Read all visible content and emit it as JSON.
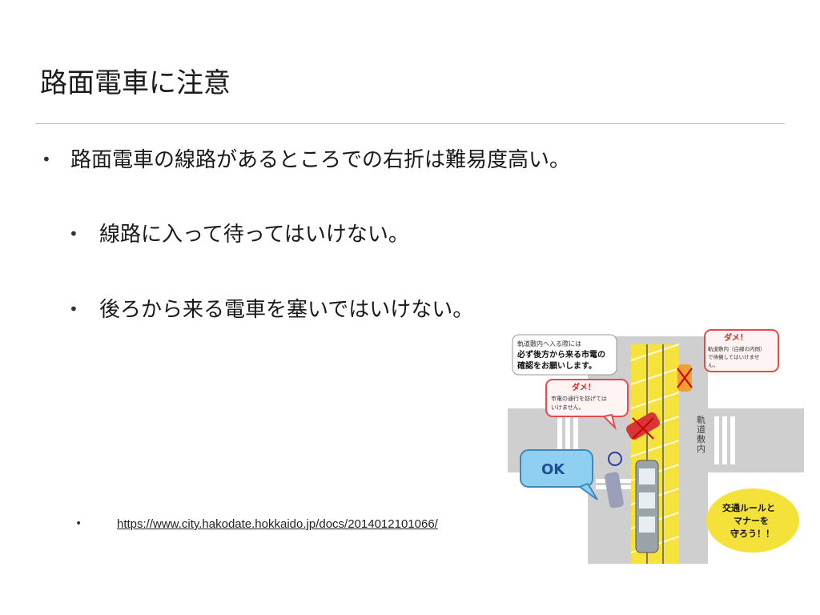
{
  "slide": {
    "title": "路面電車に注意",
    "bullets": [
      "路面電車の線路があるところでの右折は難易度高い。",
      "線路に入って待ってはいけない。",
      "後ろから来る電車を塞いではいけない。"
    ],
    "bullet_marker": "•",
    "source_link": "https://www.city.hakodate.hokkaido.jp/docs/2014012101066/"
  },
  "illustration": {
    "note_top": [
      "軌道敷内へ入る際には",
      "必ず後方から来る市電の",
      "確認をお願いします。"
    ],
    "dame1": {
      "head": "ダメ！",
      "body": [
        "市電の通行を妨げては",
        "いけません。"
      ]
    },
    "dame2": {
      "head": "ダメ！",
      "body": [
        "軌道敷内（白線の内側）",
        "で待機してはいけませ",
        "ん。"
      ]
    },
    "ok": "OK",
    "track_label": [
      "軌",
      "道",
      "敷",
      "内"
    ],
    "slogan": [
      "交通ルールと",
      "マナーを",
      "守ろう！！"
    ],
    "colors": {
      "road": "#c9c9c9",
      "track_zone": "#f5e23a",
      "bubble_red": "#e64b4b",
      "bubble_ok": "#8fd0f0",
      "slogan": "#f4e13a"
    }
  }
}
